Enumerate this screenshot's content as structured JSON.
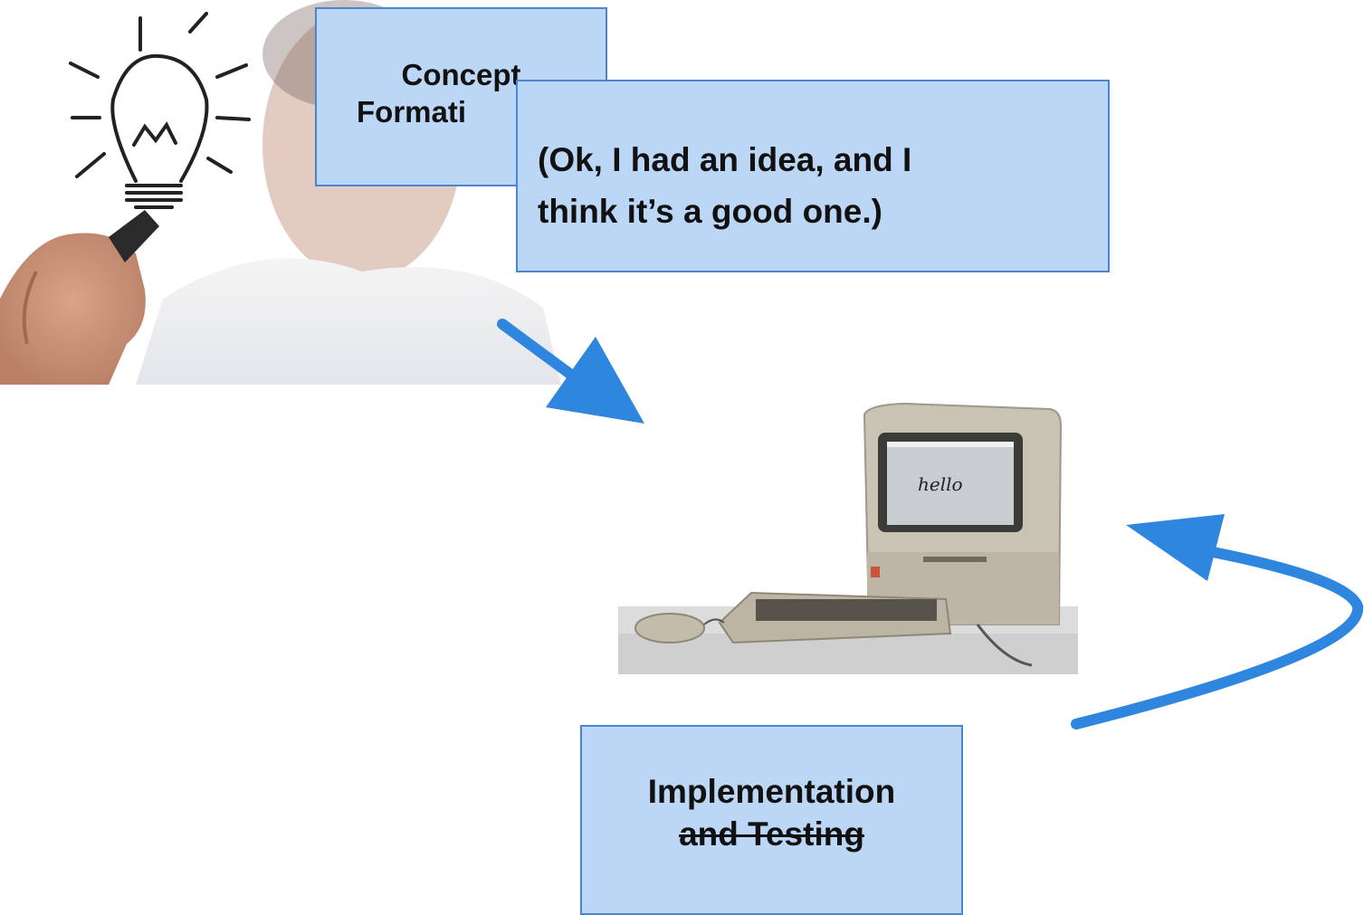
{
  "slide": {
    "concept_box": {
      "line1": "Concept",
      "line2": "Formati"
    },
    "idea_box": {
      "line1": "(Ok, I had an idea, and I",
      "line2": "think it’s a good one.)"
    },
    "impl_box": {
      "line1": "Implementation",
      "line2": "and Testing"
    },
    "screen_text": "hello",
    "colors": {
      "box_fill": "#bcd7f5",
      "box_border": "#4a86d0",
      "arrow": "#2e86de"
    }
  }
}
